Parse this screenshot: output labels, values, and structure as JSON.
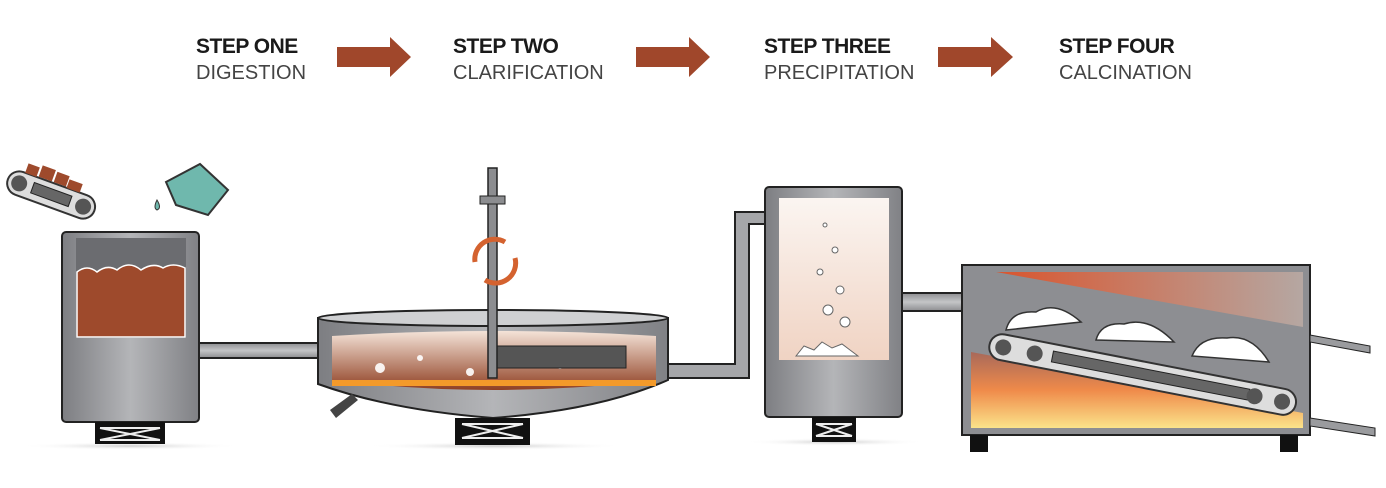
{
  "steps": [
    {
      "title": "STEP ONE",
      "name": "DIGESTION"
    },
    {
      "title": "STEP TWO",
      "name": "CLARIFICATION"
    },
    {
      "title": "STEP THREE",
      "name": "PRECIPITATION"
    },
    {
      "title": "STEP FOUR",
      "name": "CALCINATION"
    }
  ],
  "colors": {
    "arrow": "#a0472b",
    "liquid": "#9e4a2c",
    "steel": "#9a9b9e",
    "water": "#6fb8ad",
    "fire": "#f5a623"
  }
}
